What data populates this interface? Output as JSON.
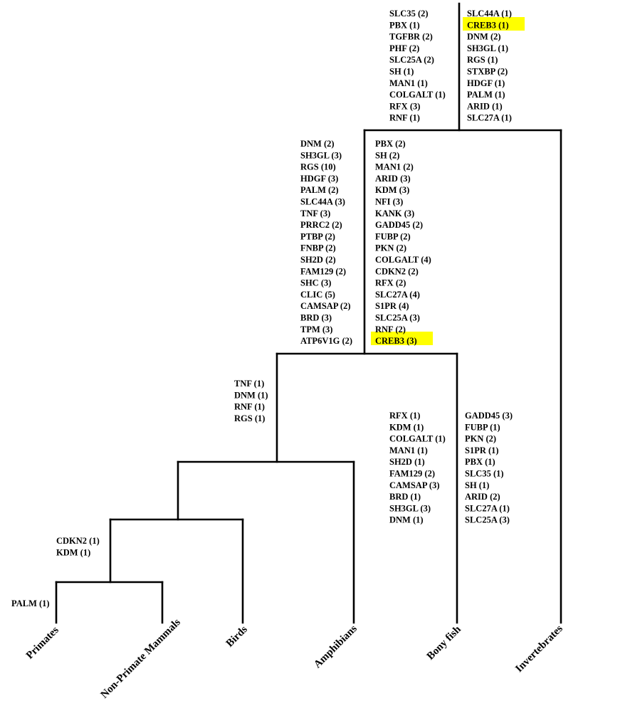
{
  "taxa": [
    "Primates",
    "Non-Primate Mammals",
    "Birds",
    "Amphibians",
    "Bony fish",
    "Invertebrates"
  ],
  "highlight_color": "#ffff00",
  "gene_lists": {
    "root_left": [
      "SLC35 (2)",
      "PBX (1)",
      "TGFBR (2)",
      "PHF (2)",
      "SLC25A (2)",
      "SH (1)",
      "MAN1 (1)",
      "COLGALT (1)",
      "RFX (3)",
      "RNF (1)"
    ],
    "invertebrates": [
      "SLC44A (1)",
      "CREB3 (1)",
      "DNM (2)",
      "SH3GL (1)",
      "RGS (1)",
      "STXBP (2)",
      "HDGF (1)",
      "PALM (1)",
      "ARID (1)",
      "SLC27A (1)"
    ],
    "vertebrate_left": [
      "DNM (2)",
      "SH3GL (3)",
      "RGS (10)",
      "HDGF (3)",
      "PALM (2)",
      "SLC44A (3)",
      "TNF (3)",
      "PRRC2 (2)",
      "PTBP (2)",
      "FNBP (2)",
      "SH2D (2)",
      "FAM129 (2)",
      "SHC (3)",
      "CLIC (5)",
      "CAMSAP (2)",
      "BRD (3)",
      "TPM (3)",
      "ATP6V1G (2)"
    ],
    "vertebrate_right": [
      "PBX (2)",
      "SH (2)",
      "MAN1 (2)",
      "ARID (3)",
      "KDM (3)",
      "NFI (3)",
      "KANK (3)",
      "GADD45 (2)",
      "FUBP (2)",
      "PKN (2)",
      "COLGALT (4)",
      "CDKN2 (2)",
      "RFX (2)",
      "SLC27A (4)",
      "S1PR (4)",
      "SLC25A (3)",
      "RNF (2)",
      "CREB3 (3)"
    ],
    "tetrapods": [
      "TNF (1)",
      "DNM (1)",
      "RNF (1)",
      "RGS (1)"
    ],
    "amphibians": [
      "RFX (1)",
      "KDM (1)",
      "COLGALT (1)",
      "MAN1 (1)",
      "SH2D (1)",
      "FAM129 (2)",
      "CAMSAP (3)",
      "BRD (1)",
      "SH3GL (3)",
      "DNM (1)"
    ],
    "bony_fish": [
      "GADD45 (3)",
      "FUBP (1)",
      "PKN (2)",
      "S1PR (1)",
      "PBX (1)",
      "SLC35 (1)",
      "SH (1)",
      "ARID (2)",
      "SLC27A (1)",
      "SLC25A (3)"
    ],
    "mammals": [
      "CDKN2 (1)",
      "KDM (1)"
    ],
    "primates": [
      "PALM (1)"
    ]
  },
  "highlighted": [
    "invertebrates.1",
    "vertebrate_right.17"
  ]
}
